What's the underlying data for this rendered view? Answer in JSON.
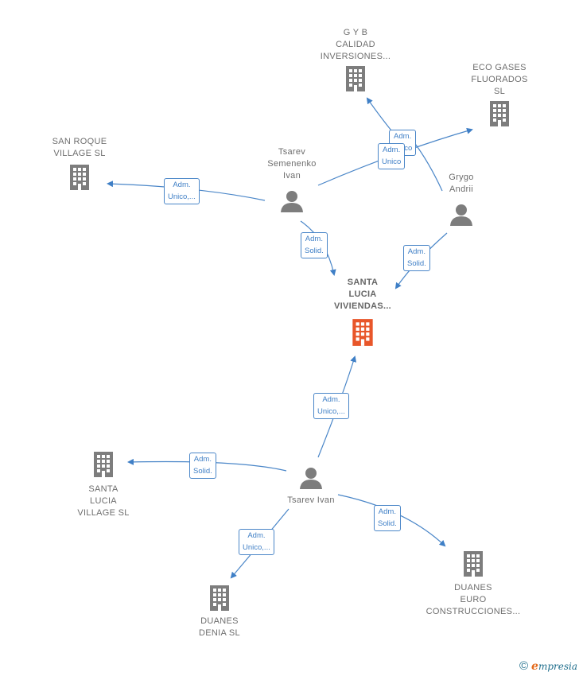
{
  "nodes": {
    "gyb": {
      "label": "G Y B\nCALIDAD\nINVERSIONES...",
      "icon": "building-icon"
    },
    "eco": {
      "label": "ECO GASES\nFLUORADOS\nSL",
      "icon": "building-icon"
    },
    "sanroque": {
      "label": "SAN ROQUE\nVILLAGE  SL",
      "icon": "building-icon"
    },
    "tsarev_sem": {
      "label": "Tsarev\nSemenenko\nIvan",
      "icon": "person-icon"
    },
    "grygo": {
      "label": "Grygo\nAndrii",
      "icon": "person-icon"
    },
    "santalucia_viv": {
      "label": "SANTA\nLUCIA\nVIVIENDAS...",
      "icon": "building-icon"
    },
    "santalucia_vil": {
      "label": "SANTA\nLUCIA\nVILLAGE  SL",
      "icon": "building-icon"
    },
    "tsarev_ivan": {
      "label": "Tsarev Ivan",
      "icon": "person-icon"
    },
    "duanes_denia": {
      "label": "DUANES\nDENIA SL",
      "icon": "building-icon"
    },
    "duanes_euro": {
      "label": "DUANES\nEURO\nCONSTRUCCIONES...",
      "icon": "building-icon"
    }
  },
  "badges": {
    "b_gyb": "Adm.\nUnico",
    "b_eco": "Adm.\nUnico",
    "b_sanroque": "Adm.\nUnico,...",
    "b_sem_center": "Adm.\nSolid.",
    "b_grygo_center": "Adm.\nSolid.",
    "b_ivan_center": "Adm.\nUnico,...",
    "b_ivan_vil": "Adm.\nSolid.",
    "b_ivan_denia": "Adm.\nUnico,...",
    "b_ivan_euro": "Adm.\nSolid."
  },
  "colors": {
    "building": "#7d7d7d",
    "center_building": "#e8562a",
    "person": "#7d7d7d",
    "edge": "#4a86c8"
  },
  "footer": {
    "copyright": "©",
    "brand_e": "e",
    "brand_rest": "mpresia"
  }
}
